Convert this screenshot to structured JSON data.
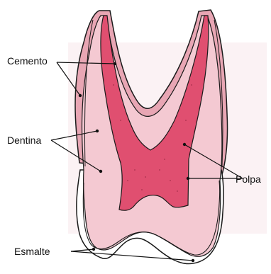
{
  "labels": {
    "cemento": "Cemento",
    "dentina": "Dentina",
    "polpa": "Polpa",
    "esmalte": "Esmalte"
  },
  "colors": {
    "cemento": "#e8a6b4",
    "dentina": "#f4c9d2",
    "polpa": "#e04f70",
    "esmalte": "#ffffff",
    "outline": "#1a1a1a",
    "background_tint": "#f7e6ea"
  }
}
